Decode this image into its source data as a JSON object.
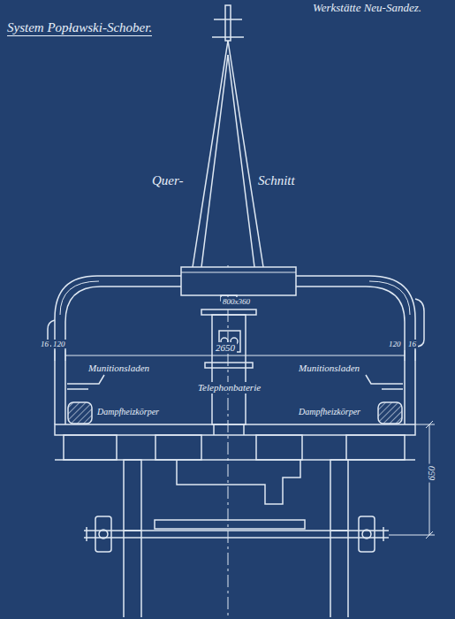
{
  "diagram": {
    "title": "System Popławski-Schober.",
    "labels": [
      "Werkstätte Neu-Sandez.",
      "Quer-",
      "Schnitt",
      "800x360",
      "16",
      "120",
      "2650",
      "120",
      "16",
      "Munitionsladen",
      "Munitionsladen",
      "Telephonbaterie",
      "Dampfheizkörper",
      "Dampfheizkörper",
      "650"
    ]
  }
}
